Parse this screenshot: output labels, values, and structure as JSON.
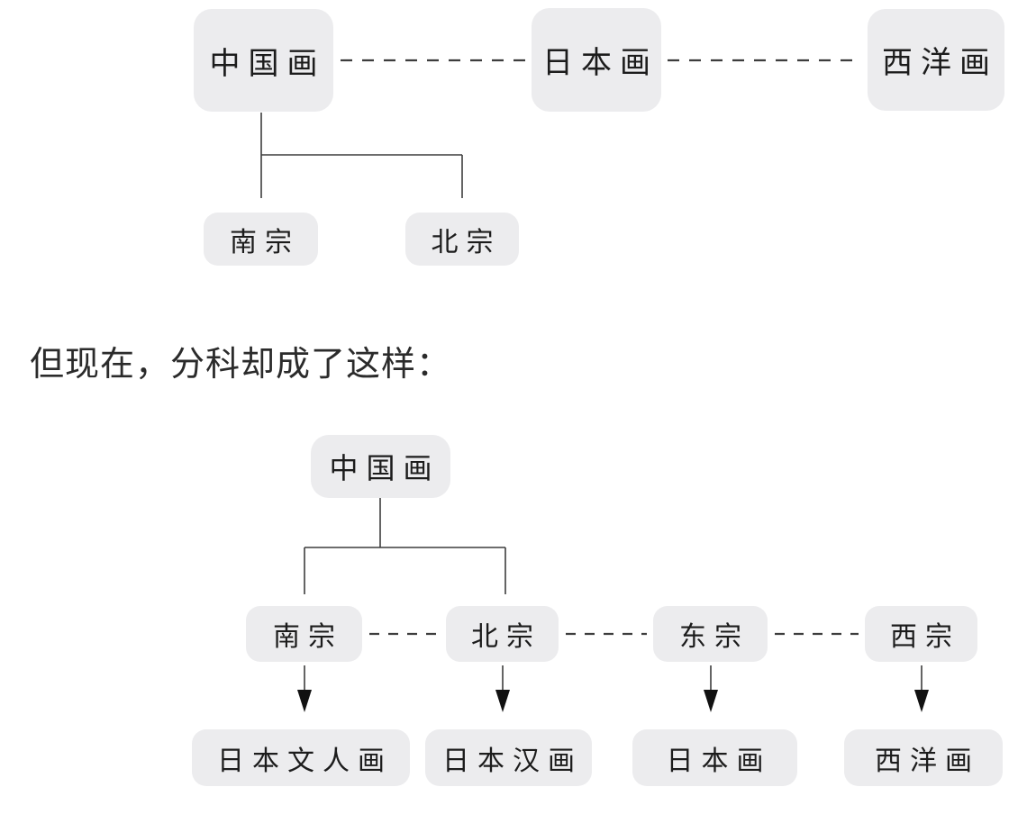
{
  "colors": {
    "background": "#ffffff",
    "box_fill": "#ececee",
    "line": "#3d3d3d",
    "text": "#1c1c1c"
  },
  "caption": "但现在，分科却成了这样：",
  "diagram_old": {
    "top_row": [
      {
        "label": "中国画"
      },
      {
        "label": "日本画"
      },
      {
        "label": "西洋画"
      }
    ],
    "children_of_chinese": [
      {
        "label": "南宗"
      },
      {
        "label": "北宗"
      }
    ]
  },
  "diagram_new": {
    "root": {
      "label": "中国画"
    },
    "schools": [
      {
        "label": "南宗"
      },
      {
        "label": "北宗"
      },
      {
        "label": "东宗"
      },
      {
        "label": "西宗"
      }
    ],
    "results": [
      {
        "label": "日本文人画"
      },
      {
        "label": "日本汉画"
      },
      {
        "label": "日本画"
      },
      {
        "label": "西洋画"
      }
    ]
  }
}
